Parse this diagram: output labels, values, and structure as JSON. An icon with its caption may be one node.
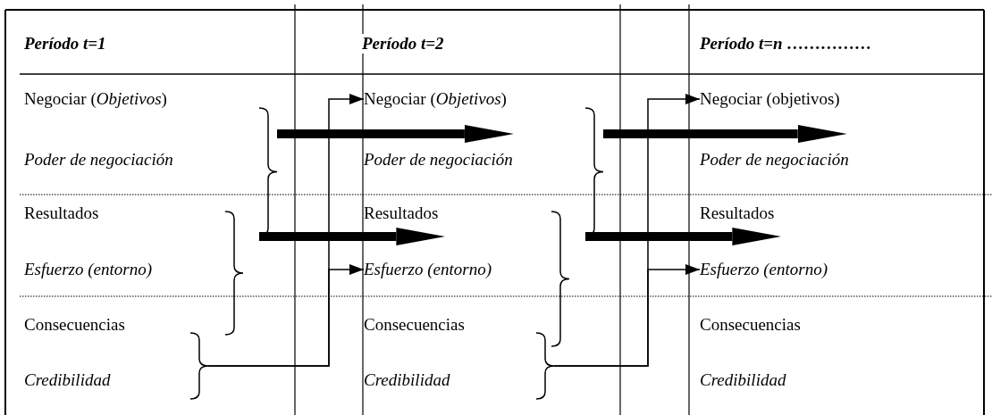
{
  "diagram": {
    "nodes": [
      {
        "text": [
          "Negociar  (*Objetivos*)"
        ]
      },
      {
        "text": [
          "Poder de negociación"
        ]
      },
      {
        "text": [
          "Resultados"
        ]
      },
      {
        "text": [
          "Esfuerzo (entorno)"
        ]
      },
      {
        "text": [
          "Consecuencias"
        ]
      },
      {
        "text": [
          "Credibilidad"
        ]
      },
      {
        "text": [],
        "shape": "brace"
      },
      {
        "text": [],
        "shape": "brace"
      },
      {
        "text": [
          "Negociar  (*Objetivos*)"
        ]
      },
      {
        "text": [
          "Poder de negociación"
        ]
      },
      {
        "text": [
          "Resultados"
        ]
      },
      {
        "text": [
          "Esfuerzo (entorno)"
        ]
      },
      {
        "text": [
          "Consecuencias"
        ]
      },
      {
        "text": [
          "Credibilidad"
        ]
      },
      {
        "text": [],
        "shape": "brace"
      },
      {
        "text": [],
        "shape": "brace"
      },
      {
        "text": [
          "Negociar (objetivos)"
        ]
      },
      {
        "text": [
          "Poder de negociación"
        ]
      },
      {
        "text": [
          "Resultados"
        ]
      },
      {
        "text": [
          "Esfuerzo (entorno)"
        ]
      },
      {
        "text": [
          "Consecuencias"
        ]
      },
      {
        "text": [
          "Credibilidad"
        ]
      }
    ],
    "edges": [
      {
        "from": 6,
        "to": 8,
        "arrow": "to",
        "style": "thick"
      },
      {
        "from": 6,
        "to": 10,
        "arrow": "to",
        "style": "thick"
      },
      {
        "from": 7,
        "to": 8,
        "arrow": "to"
      },
      {
        "from": 7,
        "to": 11,
        "arrow": "to"
      },
      {
        "from": 14,
        "to": 16,
        "arrow": "to",
        "style": "thick"
      },
      {
        "from": 14,
        "to": 18,
        "arrow": "to",
        "style": "thick"
      },
      {
        "from": 15,
        "to": 16,
        "arrow": "to"
      },
      {
        "from": 15,
        "to": 19,
        "arrow": "to"
      }
    ],
    "labels": [
      "Período t=1",
      "Período t=2",
      "Período t=n ……………"
    ]
  }
}
